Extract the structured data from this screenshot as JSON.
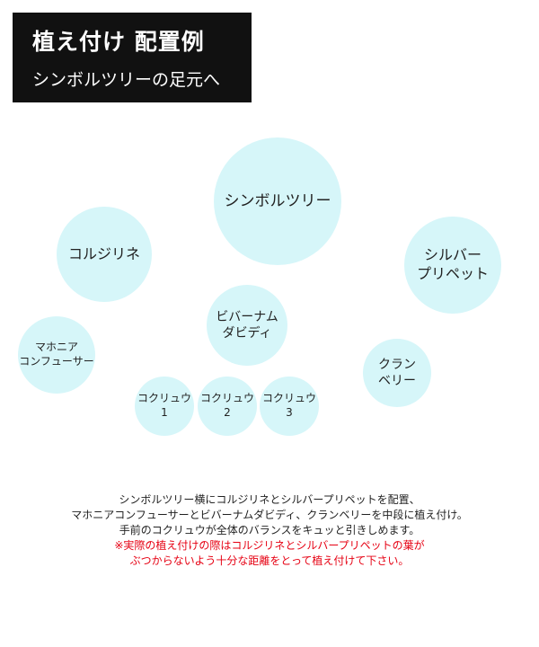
{
  "title": {
    "main": "植え付け 配置例",
    "sub": "シンボルツリーの足元へ"
  },
  "plants": [
    {
      "id": "symbol-tree",
      "label": "シンボルツリー"
    },
    {
      "id": "koruji-rine",
      "label": "コルジリネ"
    },
    {
      "id": "silver-prippet",
      "label": "シルバー\nプリペット"
    },
    {
      "id": "bibernum-davidi",
      "label": "ビバーナム\nダビディ"
    },
    {
      "id": "mahonia-confusa",
      "label": "マホニア\nコンフューサー"
    },
    {
      "id": "cranberry",
      "label": "クラン\nベリー"
    },
    {
      "id": "kokuryu-1",
      "label": "コクリュウ\n1"
    },
    {
      "id": "kokuryu-2",
      "label": "コクリュウ\n2"
    },
    {
      "id": "kokuryu-3",
      "label": "コクリュウ\n3"
    }
  ],
  "description": {
    "lines": [
      "シンボルツリー横にコルジリネとシルバープリペットを配置、",
      "マホニアコンフューサーとビバーナムダビディ、クランベリーを中段に植え付け。",
      "手前のコクリュウが全体のバランスをキュッと引きしめます。"
    ],
    "notes": [
      "※実際の植え付けの際はコルジリネとシルバープリペットの葉が",
      "ぶつからないよう十分な距離をとって植え付けて下さい。"
    ],
    "note_color": "#e60012"
  },
  "colors": {
    "circle_fill": "#d6f6f9",
    "title_bg": "#111111"
  }
}
